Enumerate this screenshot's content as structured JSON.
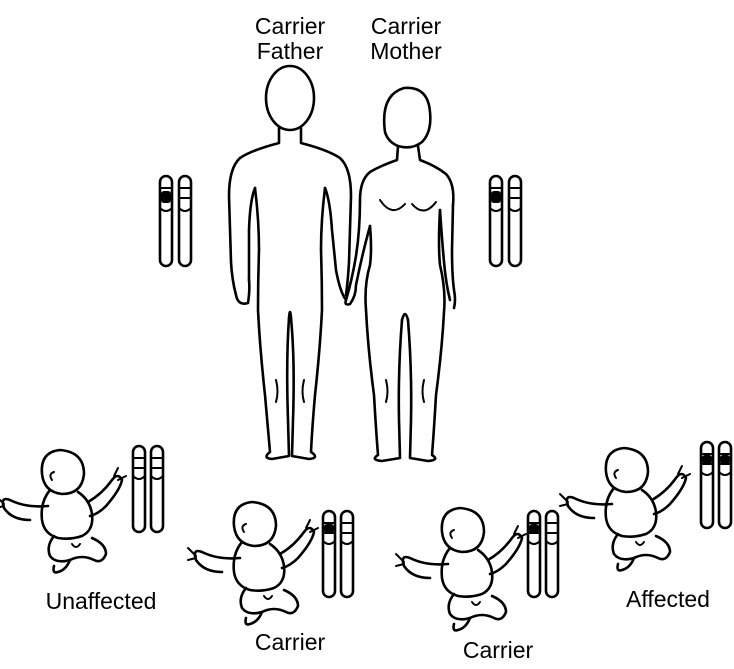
{
  "parents": {
    "father": {
      "line1": "Carrier",
      "line2": "Father"
    },
    "mother": {
      "line1": "Carrier",
      "line2": "Mother"
    }
  },
  "children": [
    {
      "label": "Unaffected"
    },
    {
      "label": "Carrier"
    },
    {
      "label": "Carrier"
    },
    {
      "label": "Affected"
    }
  ]
}
